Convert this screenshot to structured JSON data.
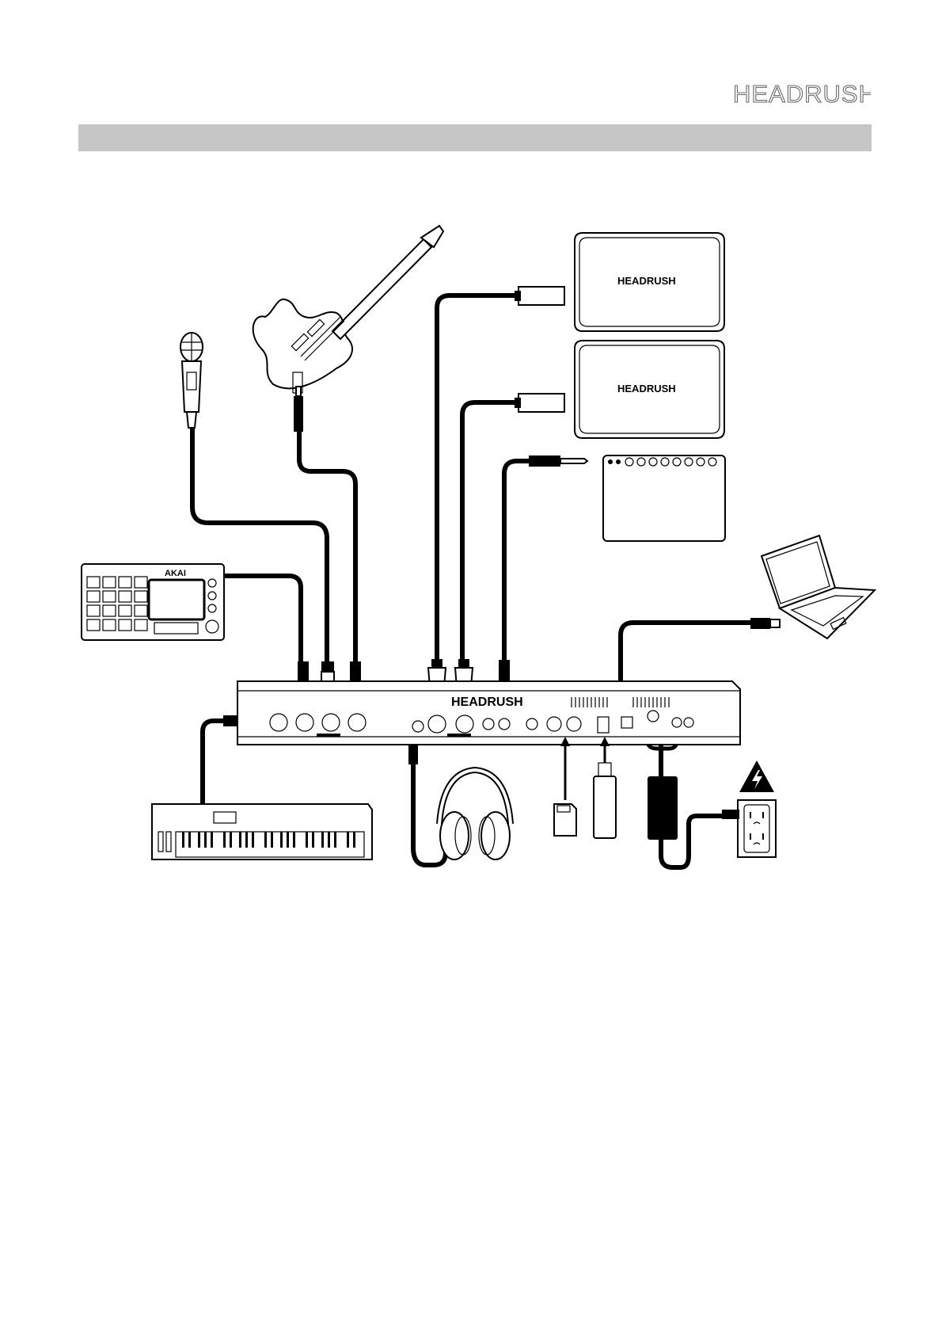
{
  "header": {
    "brand_logo": "HEADRUSH"
  },
  "section_title": "",
  "diagram": {
    "speaker_label_1": "HEADRUSH",
    "speaker_label_2": "HEADRUSH",
    "unit_label": "HEADRUSH",
    "sampler_brand": "AKAI",
    "icons": [
      "microphone-icon",
      "electric-guitar-icon",
      "powered-speaker-icon",
      "guitar-amp-icon",
      "laptop-icon",
      "pad-sampler-icon",
      "keyboard-synth-icon",
      "headphones-icon",
      "sd-card-icon",
      "usb-drive-icon",
      "power-adapter-icon",
      "wall-outlet-icon",
      "warning-triangle-icon"
    ]
  }
}
